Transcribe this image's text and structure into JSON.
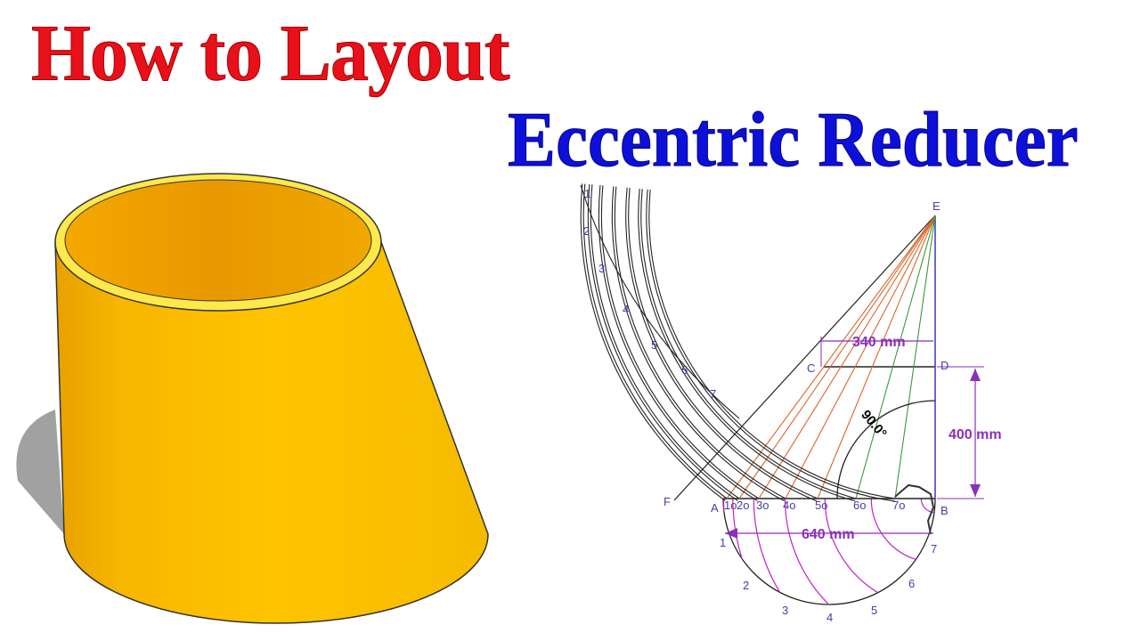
{
  "title": {
    "line1": "How to Layout",
    "line2": "Eccentric Reducer"
  },
  "diagram": {
    "points": {
      "A": "A",
      "B": "B",
      "C": "C",
      "D": "D",
      "E": "E",
      "F": "F"
    },
    "dimensions": {
      "top": "340 mm",
      "height": "400 mm",
      "bottom": "640 mm",
      "angle": "90.0°"
    },
    "semicircle_numbers": [
      "1",
      "2",
      "3",
      "4",
      "5",
      "6",
      "7"
    ],
    "base_marks": [
      "1o",
      "2o",
      "3o",
      "4o",
      "5o",
      "6o",
      "7o"
    ],
    "arc_numbers": [
      "1",
      "2",
      "3",
      "4",
      "5",
      "6",
      "7"
    ],
    "colors": {
      "cone": "#f5b800",
      "dimension": "#8a2fb8",
      "true_length_lines": "#d9662a",
      "green_lines": "#3a9a3a",
      "semicircle_arcs": "#c020c8"
    }
  }
}
